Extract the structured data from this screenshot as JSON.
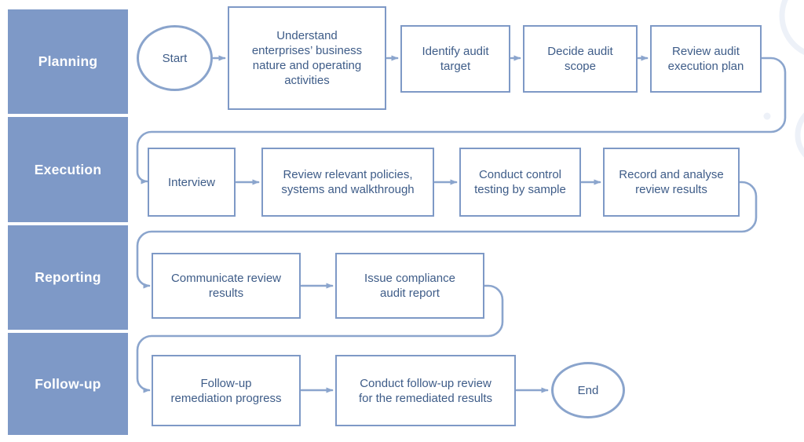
{
  "diagram": {
    "type": "swimlane-flowchart",
    "colors": {
      "lane_fill": "#7E99C7",
      "lane_text": "#FFFFFF",
      "box_border": "#7E99C6",
      "box_text": "#3E5C88",
      "connector": "#8BA5CD",
      "background": "#FFFFFF",
      "watermark": "#EDF1F8"
    },
    "lanes": [
      {
        "label": "Planning"
      },
      {
        "label": "Execution"
      },
      {
        "label": "Reporting"
      },
      {
        "label": "Follow-up"
      }
    ],
    "nodes": {
      "start": {
        "label": "Start",
        "shape": "ellipse"
      },
      "understand": {
        "label": "Understand\nenterprises’ business\nnature and operating\nactivities",
        "shape": "box"
      },
      "identify_target": {
        "label": "Identify audit\ntarget",
        "shape": "box"
      },
      "decide_scope": {
        "label": "Decide audit\nscope",
        "shape": "box"
      },
      "review_plan": {
        "label": "Review audit\nexecution plan",
        "shape": "box"
      },
      "interview": {
        "label": "Interview",
        "shape": "box"
      },
      "review_policies": {
        "label": "Review relevant policies,\nsystems and walkthrough",
        "shape": "box"
      },
      "conduct_control": {
        "label": "Conduct control\ntesting by sample",
        "shape": "box"
      },
      "record_analyse": {
        "label": "Record and analyse\nreview results",
        "shape": "box"
      },
      "communicate": {
        "label": "Communicate review\nresults",
        "shape": "box"
      },
      "issue_report": {
        "label": "Issue compliance\naudit report",
        "shape": "box"
      },
      "followup_remediation": {
        "label": "Follow-up\nremediation progress",
        "shape": "box"
      },
      "conduct_followup": {
        "label": "Conduct follow-up review\nfor the remediated results",
        "shape": "box"
      },
      "end": {
        "label": "End",
        "shape": "ellipse"
      }
    },
    "flow": [
      "start",
      "understand",
      "identify_target",
      "decide_scope",
      "review_plan",
      "interview",
      "review_policies",
      "conduct_control",
      "record_analyse",
      "communicate",
      "issue_report",
      "followup_remediation",
      "conduct_followup",
      "end"
    ]
  }
}
